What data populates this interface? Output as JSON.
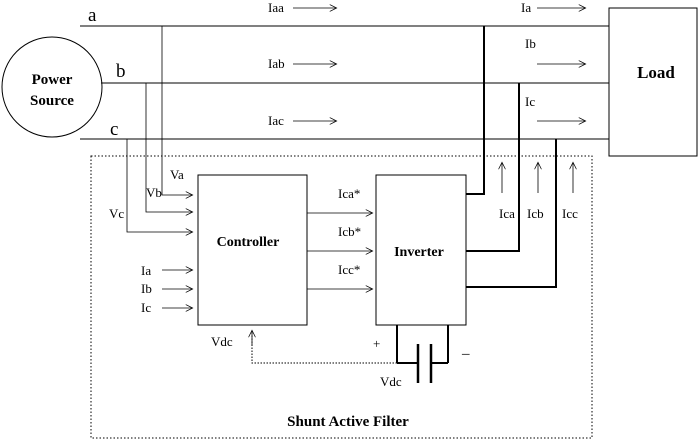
{
  "source": {
    "line1": "Power",
    "line2": "Source"
  },
  "load": {
    "label": "Load"
  },
  "phases": {
    "a": "a",
    "b": "b",
    "c": "c"
  },
  "line_currents": {
    "iaa": "Iaa",
    "iab": "Iab",
    "iac": "Iac",
    "ia": "Ia",
    "ib": "Ib",
    "ic": "Ic"
  },
  "voltage_inputs": {
    "va": "Va",
    "vb": "Vb",
    "vc": "Vc"
  },
  "current_inputs": {
    "ia": "Ia",
    "ib": "Ib",
    "ic": "Ic"
  },
  "controller": {
    "label": "Controller"
  },
  "references": {
    "ica": "Ica*",
    "icb": "Icb*",
    "icc": "Icc*"
  },
  "inverter": {
    "label": "Inverter"
  },
  "compensation_currents": {
    "ica": "Ica",
    "icb": "Icb",
    "icc": "Icc"
  },
  "dc_link": {
    "feedback_label": "Vdc",
    "capacitor_label": "Vdc",
    "plus": "+",
    "minus": "–"
  },
  "filter": {
    "title": "Shunt Active Filter"
  }
}
